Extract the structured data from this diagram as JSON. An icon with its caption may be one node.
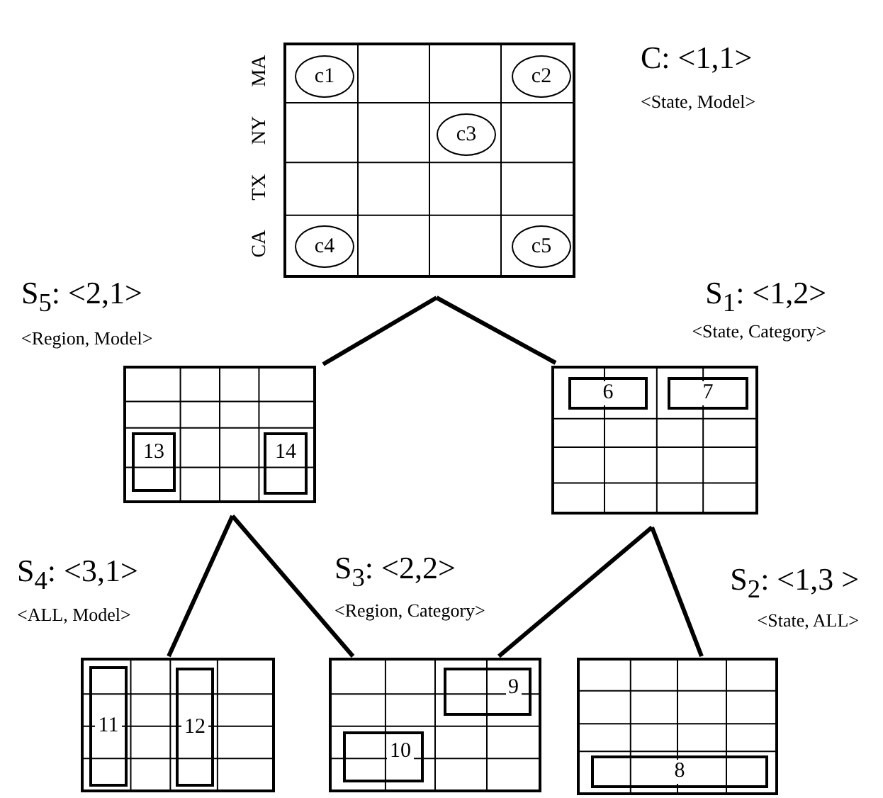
{
  "diagram": {
    "nodes": [
      {
        "text": [],
        "shape": "box",
        "beside": [
          "C: <1,1>",
          "<State, Model>"
        ]
      },
      {
        "text": [
          "c1"
        ],
        "in": 0
      },
      {
        "text": [
          "c2"
        ],
        "in": 0
      },
      {
        "text": [
          "c3"
        ],
        "in": 0
      },
      {
        "text": [
          "c4"
        ],
        "in": 0
      },
      {
        "text": [
          "c5"
        ],
        "in": 0
      },
      {
        "text": [],
        "shape": "box",
        "beside": [
          "S$_{5}$: <2,1>",
          "<Region, Model>"
        ]
      },
      {
        "text": [
          "13"
        ],
        "in": 6
      },
      {
        "text": [
          "14"
        ],
        "in": 6
      },
      {
        "text": [],
        "shape": "box",
        "beside": [
          "S$_{1}$: <1,2>",
          "<State, Category>"
        ]
      },
      {
        "text": [
          "6"
        ],
        "in": 9
      },
      {
        "text": [
          "7"
        ],
        "in": 9
      },
      {
        "text": [],
        "shape": "box",
        "beside": [
          "S$_{4}$: <3,1>",
          "<ALL, Model>"
        ]
      },
      {
        "text": [
          "11"
        ],
        "in": 12
      },
      {
        "text": [
          "12"
        ],
        "in": 12
      },
      {
        "text": [],
        "shape": "box",
        "beside": [
          "S$_{3}$: <2,2>",
          "<Region, Category>"
        ]
      },
      {
        "text": [
          "9"
        ],
        "in": 15
      },
      {
        "text": [
          "10"
        ],
        "in": 15
      },
      {
        "text": [],
        "shape": "box",
        "beside": [
          "S$_{2}$: <1,3 >",
          "<State, ALL>"
        ]
      },
      {
        "text": [
          "8"
        ],
        "in": 18
      }
    ],
    "edges": [
      {
        "from": 0,
        "to": 6,
        "arrow": "none"
      },
      {
        "from": 0,
        "to": 9,
        "arrow": "none"
      },
      {
        "from": 6,
        "to": 12,
        "arrow": "none"
      },
      {
        "from": 6,
        "to": 15,
        "arrow": "none"
      },
      {
        "from": 9,
        "to": 15,
        "arrow": "none"
      },
      {
        "from": 9,
        "to": 18,
        "arrow": "none"
      }
    ],
    "labels": [
      "MA",
      "NY",
      "TX",
      "CA"
    ]
  }
}
